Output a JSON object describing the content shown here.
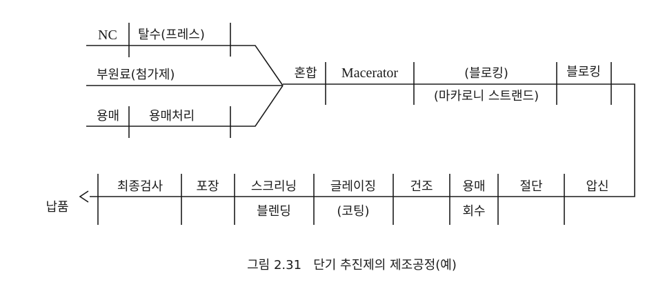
{
  "inputs": {
    "nc": "NC",
    "dewatering": "탈수(프레스)",
    "additives": "부원료(첨가제)",
    "solvent": "용매",
    "solvent_treatment": "용매처리"
  },
  "top_row": {
    "mixing": "혼합",
    "macerator": "Macerator",
    "blocking_paren": "(블로킹)",
    "macaroni_strand": "(마카로니 스트랜드)",
    "blocking": "블로킹"
  },
  "bottom_row": {
    "delivery": "납품",
    "final_inspection": "최종검사",
    "packing": "포장",
    "screening": "스크리닝",
    "blending": "블렌딩",
    "glazing": "글레이징",
    "coating": "(코팅)",
    "drying": "건조",
    "solvent": "용매",
    "recovery": "회수",
    "cutting": "절단",
    "extrusion": "압신"
  },
  "caption": "그림 2.31   단기 추진제의 제조공정(예)"
}
